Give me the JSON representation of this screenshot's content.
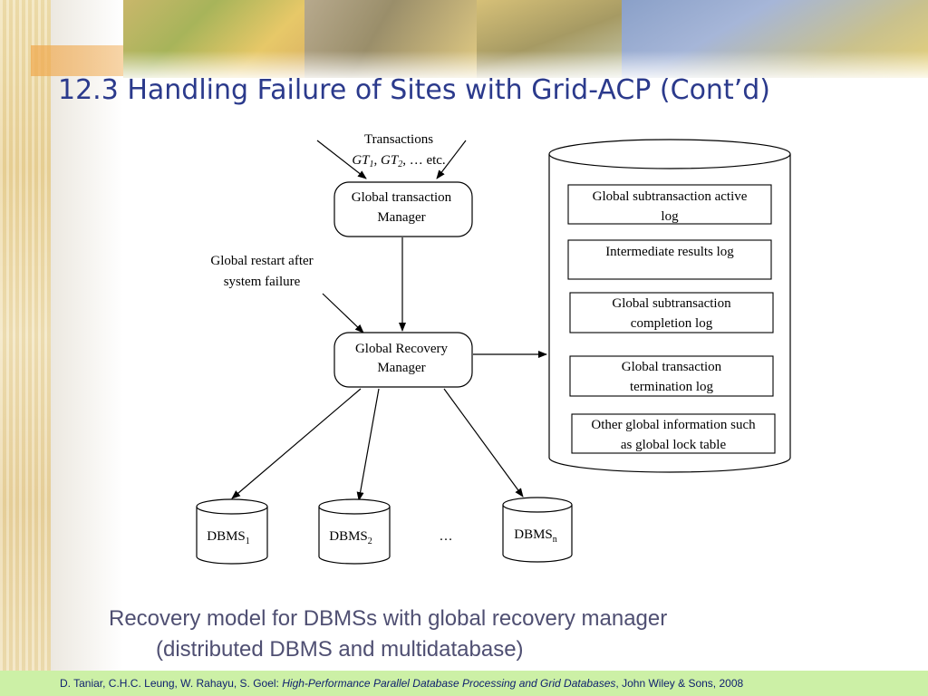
{
  "slide": {
    "title": "12.3 Handling Failure of Sites with Grid-ACP (Cont’d)"
  },
  "diagram": {
    "transactions_label": "Transactions",
    "transactions_gt1": "GT",
    "transactions_gt1_sub": "1",
    "transactions_sep1": ", ",
    "transactions_gt2": "GT",
    "transactions_gt2_sub": "2",
    "transactions_rest": ", … etc.",
    "global_transaction_manager": [
      "Global transaction",
      "Manager"
    ],
    "restart_label": [
      "Global restart after",
      "system failure"
    ],
    "global_recovery_manager": [
      "Global Recovery",
      "Manager"
    ],
    "log_entries": [
      [
        "Global subtransaction active",
        "log"
      ],
      [
        "Intermediate results log"
      ],
      [
        "Global subtransaction",
        "completion log"
      ],
      [
        "Global transaction",
        "termination log"
      ],
      [
        "Other global information such",
        "as global lock table"
      ]
    ],
    "dbms_name": "DBMS",
    "dbms_subscripts": [
      "1",
      "2",
      "n"
    ],
    "ellipsis": "…"
  },
  "caption": {
    "line1": "Recovery model for DBMSs with global recovery manager",
    "line2": "(distributed DBMS and multidatabase)"
  },
  "footer": {
    "authors": "D. Taniar, C.H.C. Leung, W. Rahayu, S. Goel: ",
    "book": "High-Performance Parallel Database Processing and Grid Databases",
    "publisher": ", John Wiley & Sons, 2008"
  },
  "colors": {
    "title": "#2b3a8c",
    "caption": "#4f4f72",
    "footer_bg": "#ccf0a6",
    "footer_text": "#0d1e6e"
  }
}
